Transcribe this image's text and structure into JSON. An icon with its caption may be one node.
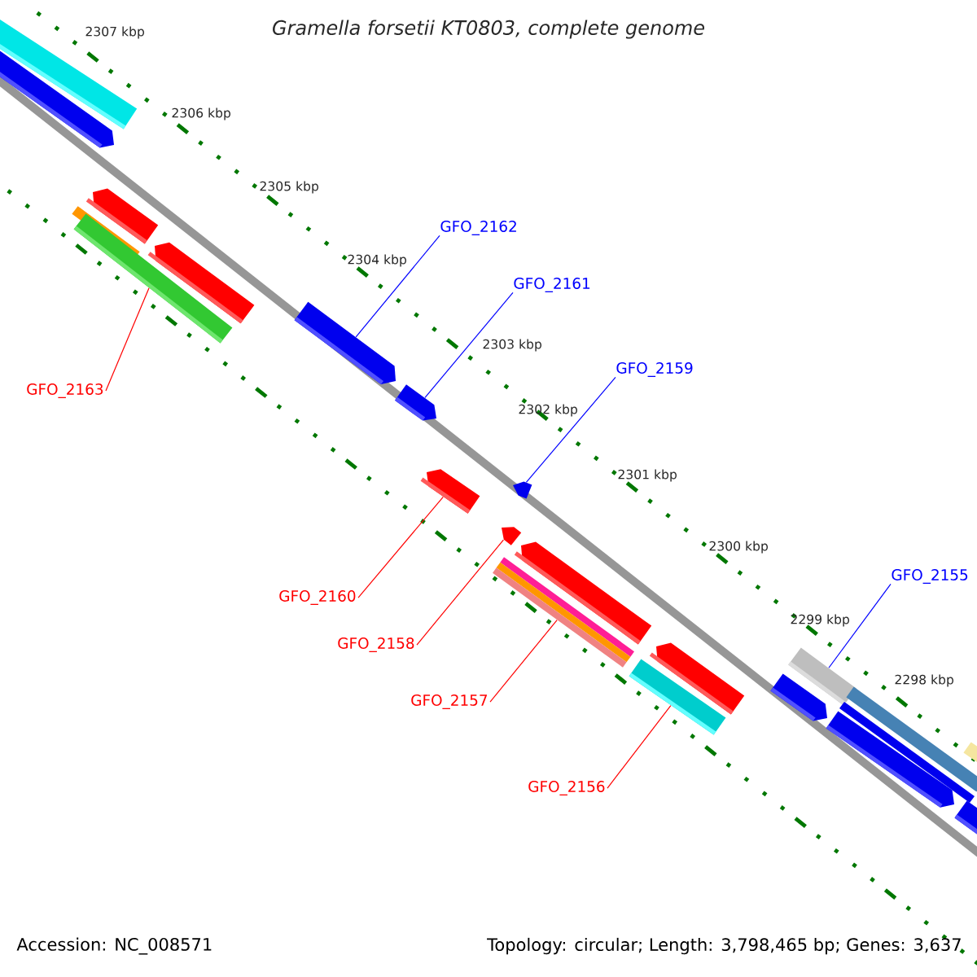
{
  "diagram": {
    "title": "Gramella forsetii KT0803, complete genome",
    "nodes": [
      {
        "text": [
          "GFO_2162"
        ]
      },
      {
        "text": [
          "GFO_2161"
        ]
      },
      {
        "text": [
          "GFO_2159"
        ]
      },
      {
        "text": [
          "GFO_2163"
        ]
      },
      {
        "text": [
          "GFO_2155"
        ]
      },
      {
        "text": [
          "GFO_2160"
        ]
      },
      {
        "text": [
          "GFO_2158"
        ]
      },
      {
        "text": [
          "GFO_2157"
        ]
      },
      {
        "text": [
          "GFO_2156"
        ]
      },
      {
        "text": [],
        "shape": "bar"
      },
      {
        "text": [],
        "shape": "arrow"
      },
      {
        "text": [],
        "shape": "bar"
      },
      {
        "text": [],
        "shape": "bar"
      },
      {
        "text": [],
        "shape": "arrow"
      },
      {
        "text": [],
        "shape": "arrow"
      },
      {
        "text": [],
        "shape": "arrow"
      },
      {
        "text": [],
        "shape": "arrow"
      },
      {
        "text": [],
        "shape": "arrow"
      },
      {
        "text": [],
        "shape": "bar"
      },
      {
        "text": [],
        "shape": "arrow"
      },
      {
        "text": [],
        "shape": "arrow"
      },
      {
        "text": [],
        "shape": "arrow"
      },
      {
        "text": [],
        "shape": "bar"
      },
      {
        "text": [],
        "shape": "arrow"
      },
      {
        "text": [],
        "shape": "arrow"
      },
      {
        "text": [],
        "shape": "bar"
      },
      {
        "text": [],
        "shape": "arrow"
      },
      {
        "text": [],
        "shape": "bar"
      },
      {
        "text": [],
        "shape": "bar"
      },
      {
        "text": [],
        "shape": "arrow"
      },
      {
        "text": [],
        "shape": "bar"
      }
    ],
    "edges": [
      {
        "from": 0,
        "to": 15,
        "arrow": "none",
        "color": "#0000ff"
      },
      {
        "from": 1,
        "to": 16,
        "arrow": "none",
        "color": "#0000ff"
      },
      {
        "from": 2,
        "to": 20,
        "arrow": "none",
        "color": "#0000ff"
      },
      {
        "from": 3,
        "to": 12,
        "arrow": "none"
      },
      {
        "from": 4,
        "to": 25,
        "arrow": "none",
        "color": "#0000ff"
      },
      {
        "from": 5,
        "to": 17,
        "arrow": "none"
      },
      {
        "from": 6,
        "to": 19,
        "arrow": "none"
      },
      {
        "from": 7,
        "to": 18,
        "arrow": "none"
      },
      {
        "from": 8,
        "to": 22,
        "arrow": "none"
      }
    ],
    "labels": [
      "2307 kbp",
      "2306 kbp",
      "2305 kbp",
      "2304 kbp",
      "2303 kbp",
      "2302 kbp",
      "2301 kbp",
      "2300 kbp",
      "2299 kbp",
      "2298 kbp",
      "Accession: NC_008571",
      "Topology: circular; Length: 3,798,465 bp; Genes: 3,637"
    ]
  }
}
